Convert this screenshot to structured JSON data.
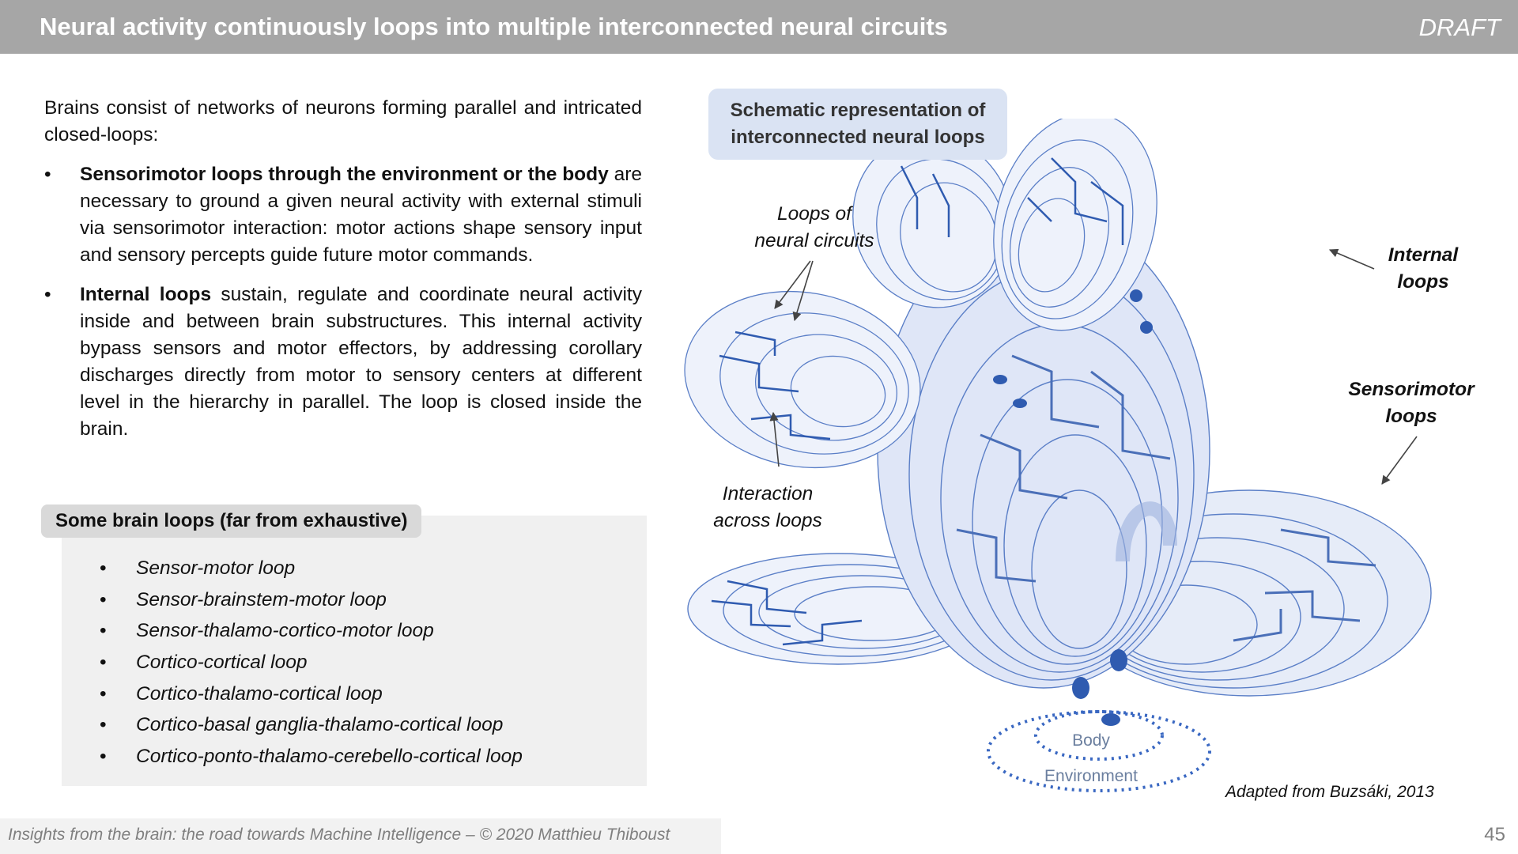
{
  "header": {
    "title": "Neural activity continuously loops into multiple interconnected neural circuits",
    "status": "DRAFT"
  },
  "intro": "Brains consist of networks of neurons forming parallel and intricated closed-loops:",
  "bullets": [
    {
      "bold": "Sensorimotor loops through the environment or the body",
      "text": " are necessary to ground a given neural activity with external stimuli via sensorimotor interaction: motor actions shape sensory input and sensory percepts guide future motor commands."
    },
    {
      "bold": "Internal loops",
      "text": " sustain, regulate and coordinate neural activity inside and between brain substructures. This internal activity bypass sensors and motor effectors, by addressing corollary discharges directly from motor to sensory centers at different level in the hierarchy in parallel. The loop is closed inside the brain."
    }
  ],
  "bullet_symbol": "•",
  "loops_box": {
    "title": "Some brain loops (far from exhaustive)",
    "items": [
      "Sensor-motor loop",
      "Sensor-brainstem-motor loop",
      "Sensor-thalamo-cortico-motor loop",
      "Cortico-cortical loop",
      "Cortico-thalamo-cortical loop",
      "Cortico-basal ganglia-thalamo-cortical loop",
      "Cortico-ponto-thalamo-cerebello-cortical loop"
    ]
  },
  "diagram": {
    "title_line1": "Schematic representation of",
    "title_line2": "interconnected neural loops",
    "labels": {
      "loops_of_line1": "Loops of",
      "loops_of_line2": "neural circuits",
      "internal_line1": "Internal",
      "internal_line2": "loops",
      "sensorimotor_line1": "Sensorimotor",
      "sensorimotor_line2": "loops",
      "interaction_line1": "Interaction",
      "interaction_line2": "across loops",
      "body": "Body",
      "environment": "Environment"
    },
    "caption": "Adapted from Buzsáki, 2013",
    "colors": {
      "loop_stroke": "#5b7fc7",
      "loop_fill": "#dfe6f7",
      "node": "#2f5bb0",
      "dotted": "#3a68c2"
    }
  },
  "footer": {
    "text": "Insights from the brain: the road towards Machine Intelligence – © 2020 Matthieu Thiboust",
    "page": "45"
  }
}
